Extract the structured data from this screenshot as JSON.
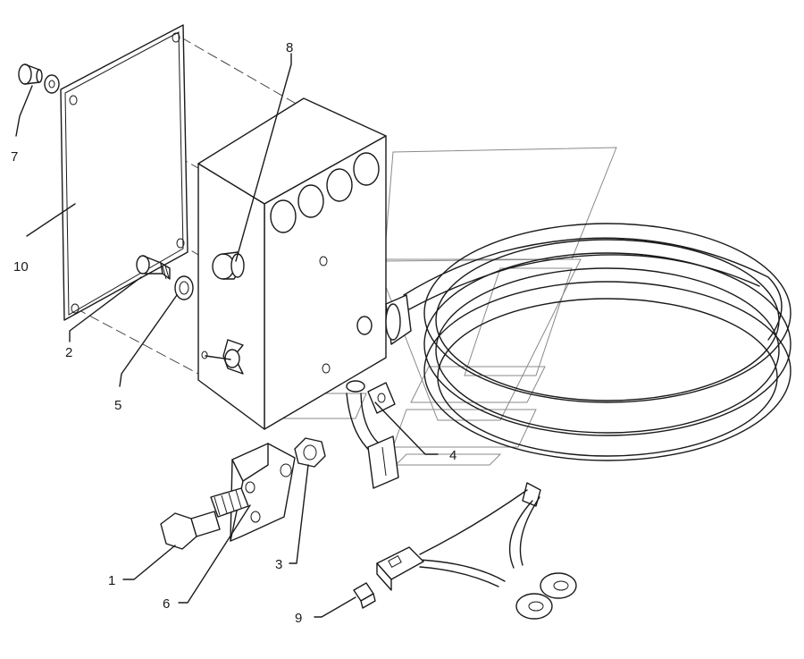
{
  "callouts": [
    {
      "label": "1"
    },
    {
      "label": "2"
    },
    {
      "label": "3"
    },
    {
      "label": "4"
    },
    {
      "label": "5"
    },
    {
      "label": "6"
    },
    {
      "label": "7"
    },
    {
      "label": "8"
    },
    {
      "label": "9"
    },
    {
      "label": "10"
    }
  ],
  "colors": {
    "line": "#1a1a1a",
    "watermark": "#8a8a8a",
    "background": "#ffffff"
  }
}
